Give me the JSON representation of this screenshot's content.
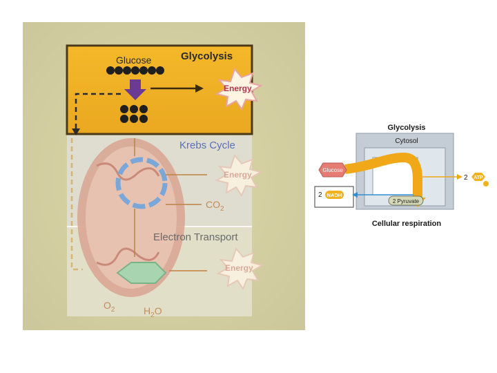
{
  "photo": {
    "glucose": "Glucose",
    "glycolysis": "Glycolysis",
    "energy": "Energy",
    "krebs": "Krebs Cycle",
    "co2": "CO",
    "co2_sub": "2",
    "electron": "Electron Transport",
    "o2": "O",
    "o2_sub": "2",
    "h2o_h": "H",
    "h2o_sub": "2",
    "h2o_o": "O"
  },
  "diagram": {
    "title": "Glycolysis",
    "cytosol": "Cytosol",
    "glucose": "Glucose",
    "nadh_count": "2",
    "nadh": "NADH",
    "pyruvate": "2 Pyruvate",
    "atp_count": "2",
    "atp": "ATP",
    "footer": "Cellular respiration"
  },
  "colors": {
    "gold": "#f2b21d",
    "purple": "#6b3a93",
    "blue_arrow": "#2f8fd1",
    "orange_arrow": "#f0a818",
    "glucose_hex": "#e57c74"
  }
}
